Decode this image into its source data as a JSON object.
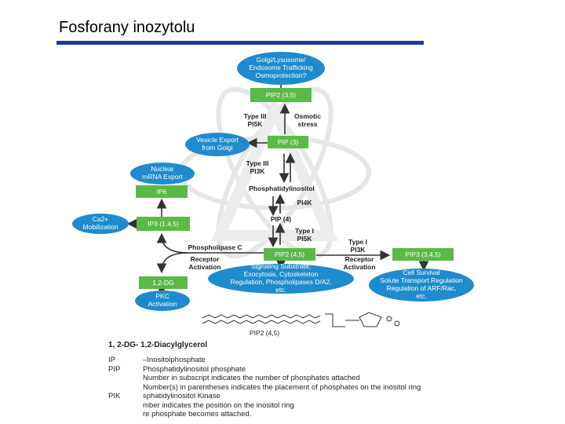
{
  "slide": {
    "title": "Fosforany inozytolu"
  },
  "ellipses": {
    "golgi": "Golgi/Lysosome/\nEndosome Trafficking\nOsmoprotection?",
    "vesicle": "Vesicle Export\nfrom Golgi",
    "nuclear": "Nuclear\nmRNA Export",
    "calcium": "Ca2+\nMobilization",
    "pkc": "PKC\nActivation",
    "signaling": "Signaling Substrate,\nExocytosis, Cytoskeleton\nRegulation, Phospholipases D/A2,\netc.",
    "survival": "Cell Survival\nSolute Transport Regulation\nRegulation of ARF/Rac,\netc."
  },
  "boxes": {
    "pip2_35": "PIP2 (3,5)",
    "pip_3": "PIP (3)",
    "ip6": "IP6",
    "ip3": "IP3 (1,4,5)",
    "dg": "1,2-DG",
    "pip2_45": "PIP2 (4,5)",
    "pip3_345": "PIP3 (3,4,5)"
  },
  "labels": {
    "type3_pi5k": "Type III\nPI5K",
    "osmotic": "Osmotic\nstress",
    "type3_pi3k": "Type III\nPI3K",
    "phosphatidylinositol": "Phosphatidylinositol",
    "pi4k": "PI4K",
    "pip_4": "PIP (4)",
    "type1_pi5k": "Type I\nPI5K",
    "type1_pi3k": "Type I\nPI3K",
    "phospholipase": "Phospholipase C",
    "receptor_left": "Receptor\nActivation",
    "receptor_right": "Receptor\nActivation",
    "pip2_structure": "PIP2 (4,5)"
  },
  "legend": {
    "heading": "1, 2-DG- 1,2-Diacylglycerol",
    "rows": [
      {
        "key": "IP",
        "value": "–Inositolphosphate"
      },
      {
        "key": "PIP",
        "value": "Phosphatidylinositol phosphate"
      },
      {
        "key": "",
        "value": "Number in subscript indicates the number of phosphates attached"
      },
      {
        "key": "",
        "value": "Number(s) in parentheses indicates the placement of phosphates on the inositol ring"
      },
      {
        "key": "PIK",
        "value": "sphatidylinositol Kinase"
      },
      {
        "key": "",
        "value": "mber indicates the position on the inositol ring"
      },
      {
        "key": "",
        "value": "re phosphate becomes attached."
      }
    ]
  },
  "colors": {
    "ellipse": "#1e8ccc",
    "box": "#5bb947",
    "title_bar": "#1f3a93"
  }
}
